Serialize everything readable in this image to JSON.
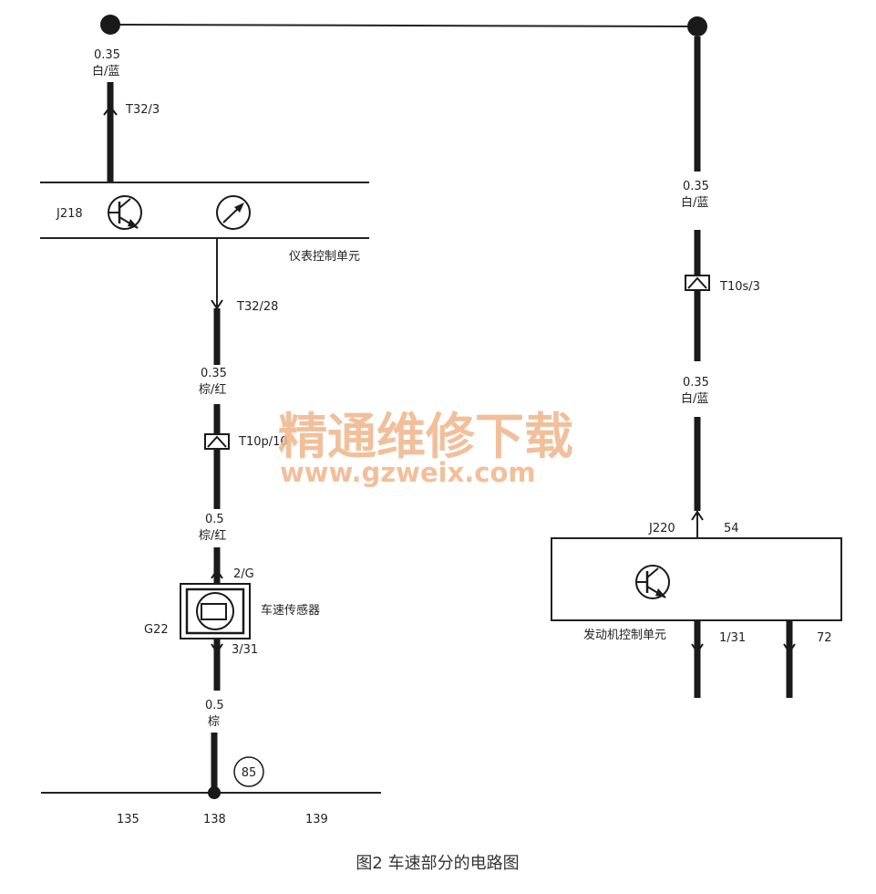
{
  "wire_labels": {
    "top_left_gauge": "0.35",
    "top_left_color": "白/蓝",
    "right_upper_gauge": "0.35",
    "right_upper_color": "白/蓝",
    "right_lower_gauge": "0.35",
    "right_lower_color": "白/蓝",
    "mid_left_gauge": "0.35",
    "mid_left_color": "棕/红",
    "low_left_gauge": "0.5",
    "low_left_color": "棕/红",
    "bottom_left_gauge": "0.5",
    "bottom_left_color": "棕"
  },
  "connectors": {
    "t32_3": "T32/3",
    "t32_28": "T32/28",
    "t10p_10": "T10p/10",
    "t10s_3": "T10s/3",
    "g22_pin_top": "2/G",
    "g22_pin_bottom": "3/31",
    "j220_pin_54": "54",
    "j220_pin_1_31": "1/31",
    "j220_pin_72": "72"
  },
  "components": {
    "j218_id": "J218",
    "j218_name": "仪表控制单元",
    "j220_id": "J220",
    "j220_name": "发动机控制单元",
    "g22_id": "G22",
    "g22_name": "车速传感器"
  },
  "ground": {
    "point": "85",
    "pos_135": "135",
    "pos_138": "138",
    "pos_139": "139"
  },
  "watermark": {
    "line1": "精通维修下载",
    "line2": "www.gzweix.com"
  },
  "caption": "图2   车速部分的电路图"
}
